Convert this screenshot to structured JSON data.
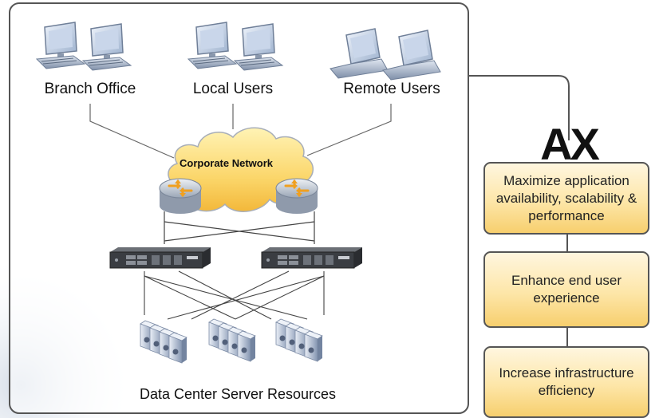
{
  "groups": {
    "branch_office": "Branch Office",
    "local_users": "Local Users",
    "remote_users": "Remote Users"
  },
  "network": {
    "cloud_label": "Corporate Network"
  },
  "data_center": {
    "label": "Data Center Server Resources"
  },
  "brand": {
    "logo_text": "AX"
  },
  "benefits": [
    {
      "text": "Maximize application availability, scalability & performance"
    },
    {
      "text": "Enhance end user experience"
    },
    {
      "text": "Increase infrastructure efficiency"
    }
  ],
  "colors": {
    "benefit_fill": "#fde6a8",
    "cloud_fill": "#fbd66a",
    "router_fill": "#c9d1dc",
    "router_arrow": "#f0a020",
    "server_fill": "#c8d4e6"
  },
  "icons": [
    "desktop-pair-icon",
    "laptop-pair-icon",
    "router-icon",
    "switch-icon",
    "server-cluster-icon"
  ]
}
